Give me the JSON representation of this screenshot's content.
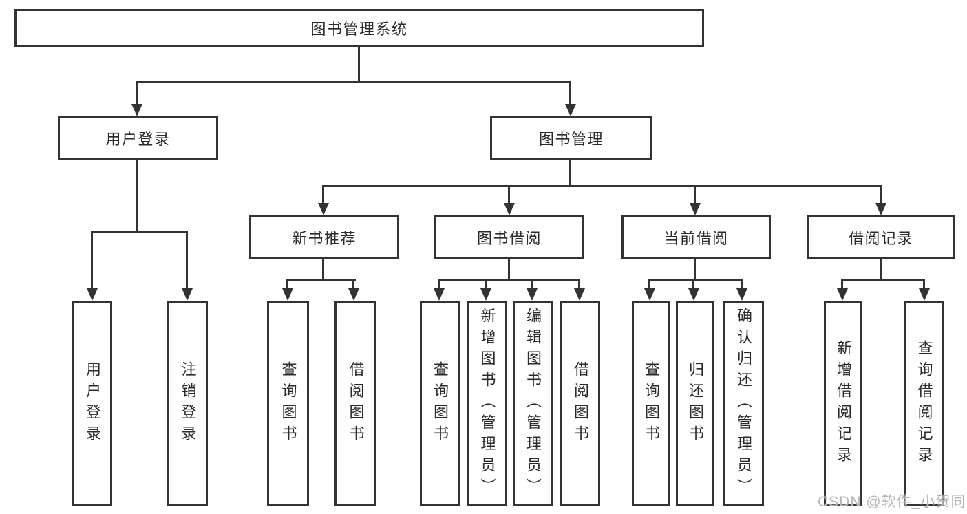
{
  "colors": {
    "line": "#333333",
    "box_background": "#ffffff",
    "text": "#2b2b2b",
    "watermark": "#b5b5b5"
  },
  "watermark": {
    "text": "CSDN @软件_小贺同学"
  },
  "tree": {
    "label": "图书管理系统",
    "children": [
      {
        "label": "用户登录",
        "children": [
          {
            "label": "用户登录"
          },
          {
            "label": "注销登录"
          }
        ]
      },
      {
        "label": "图书管理",
        "children": [
          {
            "label": "新书推荐",
            "children": [
              {
                "label": "查询图书"
              },
              {
                "label": "借阅图书"
              }
            ]
          },
          {
            "label": "图书借阅",
            "children": [
              {
                "label": "查询图书"
              },
              {
                "label": "新增图书（管理员）"
              },
              {
                "label": "编辑图书（管理员）"
              },
              {
                "label": "借阅图书"
              }
            ]
          },
          {
            "label": "当前借阅",
            "children": [
              {
                "label": "查询图书"
              },
              {
                "label": "归还图书"
              },
              {
                "label": "确认归还（管理员）"
              }
            ]
          },
          {
            "label": "借阅记录",
            "children": [
              {
                "label": "新增借阅记录"
              },
              {
                "label": "查询借阅记录"
              }
            ]
          }
        ]
      }
    ]
  }
}
